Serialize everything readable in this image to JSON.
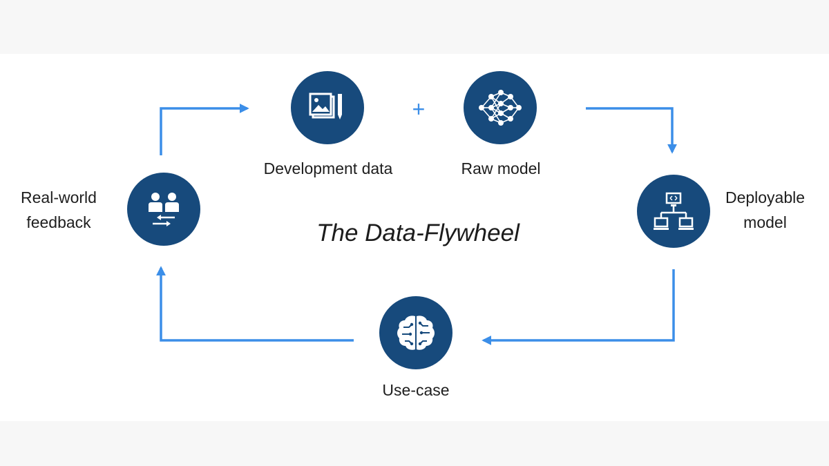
{
  "diagram": {
    "title": "The Data-Flywheel",
    "plus": "+",
    "accent_color": "#3b8ee8",
    "node_color": "#174a7c",
    "nodes": [
      {
        "id": "development-data",
        "label": "Development data",
        "icon": "image-and-pencil-icon"
      },
      {
        "id": "raw-model",
        "label": "Raw model",
        "icon": "neural-network-icon"
      },
      {
        "id": "deployable-model",
        "label_lines": [
          "Deployable",
          "model"
        ],
        "icon": "network-deployment-icon"
      },
      {
        "id": "use-case",
        "label": "Use-case",
        "icon": "brain-circuit-icon"
      },
      {
        "id": "real-world-feedback",
        "label_lines": [
          "Real-world",
          "feedback"
        ],
        "icon": "people-exchange-icon"
      }
    ],
    "flows": [
      {
        "from": "real-world-feedback",
        "to": "development-data"
      },
      {
        "from": "raw-model",
        "to": "deployable-model"
      },
      {
        "from": "deployable-model",
        "to": "use-case"
      },
      {
        "from": "use-case",
        "to": "real-world-feedback"
      }
    ]
  }
}
